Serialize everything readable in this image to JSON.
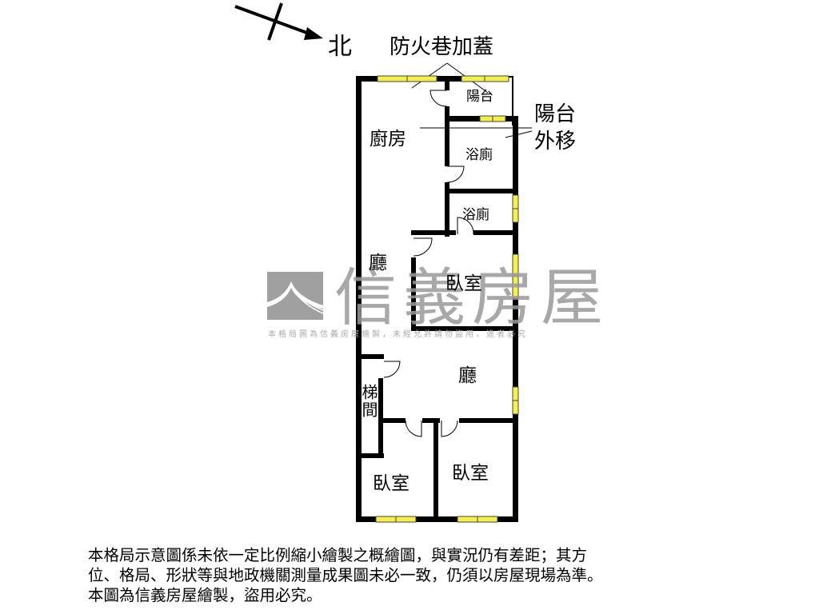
{
  "compass": {
    "direction_label": "北",
    "arrow_color": "#000000"
  },
  "annotations": {
    "fire_lane": "防火巷加蓋",
    "balcony_moved_line1": "陽台",
    "balcony_moved_line2": "外移"
  },
  "rooms": {
    "balcony": "陽台",
    "kitchen": "廚房",
    "bathroom_upper": "浴廁",
    "bathroom_lower": "浴廁",
    "living_upper": "廳",
    "bedroom_upper": "臥室",
    "living_lower": "廳",
    "stairwell": "梯間",
    "bedroom_lower_left": "臥室",
    "bedroom_lower_right": "臥室"
  },
  "watermark": {
    "brand": "信義房屋",
    "notice": "本格局圖為信義房屋繪製，未經允許請勿盜用，違者必究",
    "logo_color": "#a0a0a0"
  },
  "colors": {
    "wall": "#000000",
    "window_fill": "#f5f04a",
    "window_stroke": "#555500"
  },
  "disclaimer": {
    "line1": "本格局示意圖係未依一定比例縮小繪製之概繪圖，與實況仍有差距；其方",
    "line2": "位、格局、形狀等與地政機關測量成果圖未必一致，仍須以房屋現場為準。",
    "line3": "本圖為信義房屋繪製，盜用必究。"
  }
}
